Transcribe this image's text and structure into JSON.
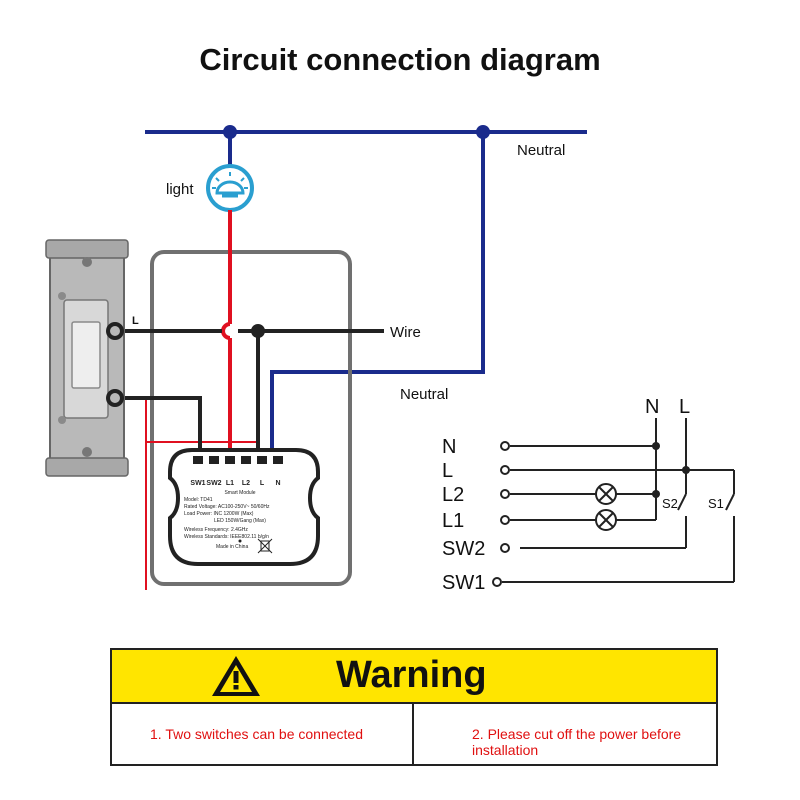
{
  "title": "Circuit connection diagram",
  "labels": {
    "neutral_top": "Neutral",
    "neutral_mid": "Neutral",
    "light": "light",
    "wire": "Wire",
    "switch_l": "L"
  },
  "module": {
    "terminals": [
      "SW1",
      "SW2",
      "L1",
      "L2",
      "L",
      "N"
    ],
    "model": "Model: TD41",
    "name": "Smart Module",
    "rated_voltage": "Rated Voltage: AC100-250V~ 50/60Hz",
    "load_power": "Load Power: INC 1200W (Max)",
    "led_power": "LED 150W/Gang (Max)",
    "wireless_freq": "Wireless Frequency: 2.4GHz",
    "wireless_std": "Wireless Standards: IEEE802.11 b/g/n",
    "made_in": "Made in China"
  },
  "schematic": {
    "top_n": "N",
    "top_l": "L",
    "rows": [
      "N",
      "L",
      "L2",
      "L1",
      "SW2",
      "SW1"
    ],
    "s2": "S2",
    "s1": "S1"
  },
  "warning": {
    "title": "Warning",
    "note1": "1. Two switches can be connected",
    "note2": "2. Please cut off the power before installation"
  },
  "colors": {
    "neutral_wire": "#1a2b8c",
    "live_wire": "#e01020",
    "line_wire": "#222222",
    "light_icon": "#2a9fd0",
    "warning_bg": "#ffe500",
    "warning_text": "#e01010"
  }
}
